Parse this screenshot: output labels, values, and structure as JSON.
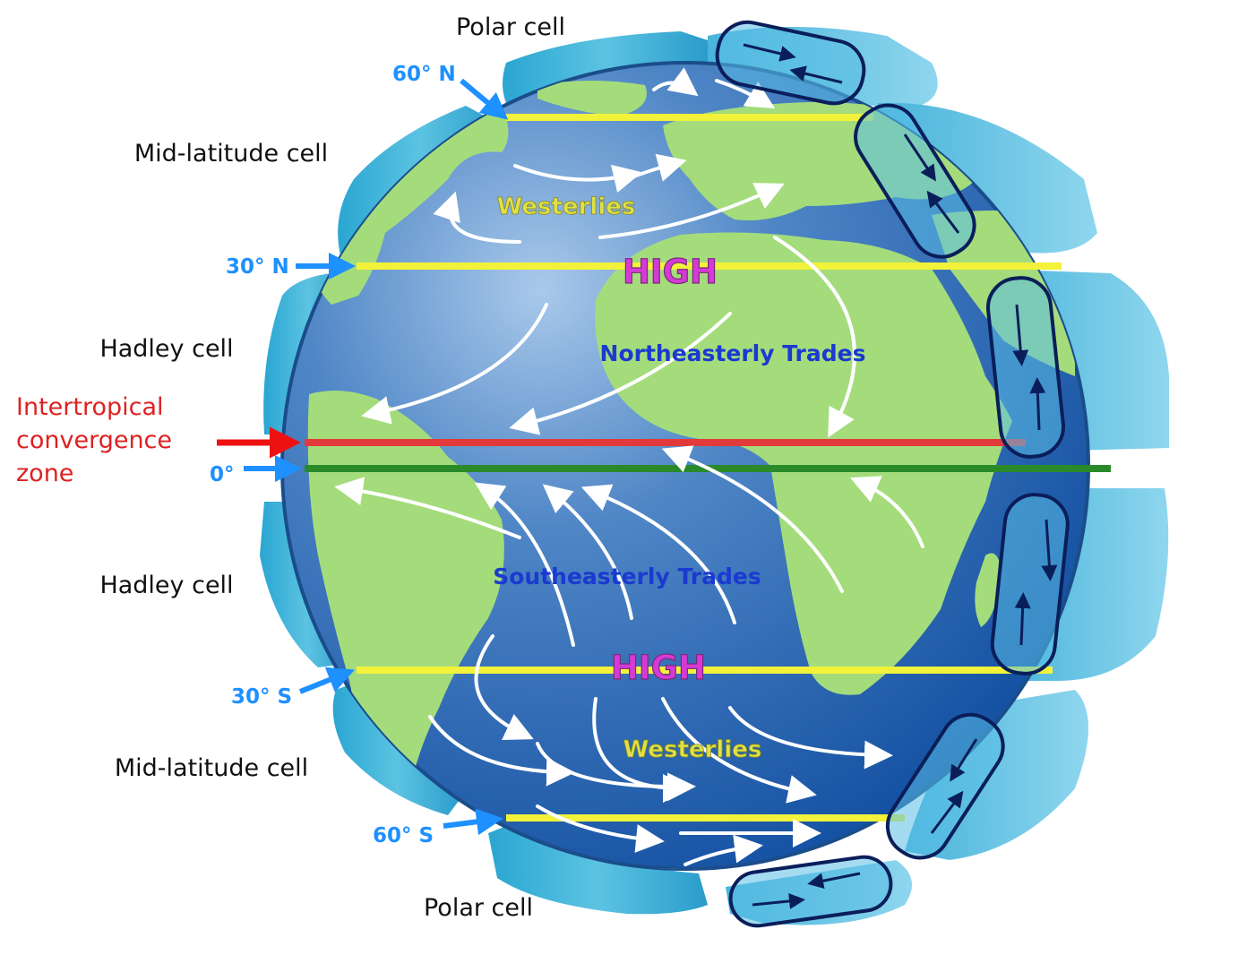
{
  "colors": {
    "ocean": "#2f6fb8",
    "land": "#a4dc7c",
    "cell_fill": "#4ab3d6",
    "latitude_line": "#f2f23a",
    "itcz_line": "#e23a3a",
    "equator_line": "#2a8a2a",
    "pointer_blue": "#1e90ff",
    "pointer_red": "#ee1111",
    "high_text": "#d63ad6",
    "westerlies_text": "#e0e04a",
    "trades_text": "#1a3ad0",
    "itcz_text": "#dd2222"
  },
  "cells": {
    "polar_north": "Polar cell",
    "mid_north": "Mid-latitude cell",
    "hadley_north": "Hadley cell",
    "hadley_south": "Hadley cell",
    "mid_south": "Mid-latitude cell",
    "polar_south": "Polar cell"
  },
  "latitudes": {
    "n60": "60° N",
    "n30": "30° N",
    "equator": "0°",
    "s30": "30° S",
    "s60": "60° S"
  },
  "itcz": {
    "line1": "Intertropical",
    "line2": "convergence",
    "line3": "zone"
  },
  "winds": {
    "westerlies_north": "Westerlies",
    "high_north": "HIGH",
    "northeasterly_trades": "Northeasterly Trades",
    "southeasterly_trades": "Southeasterly Trades",
    "high_south": "HIGH",
    "westerlies_south": "Westerlies"
  }
}
